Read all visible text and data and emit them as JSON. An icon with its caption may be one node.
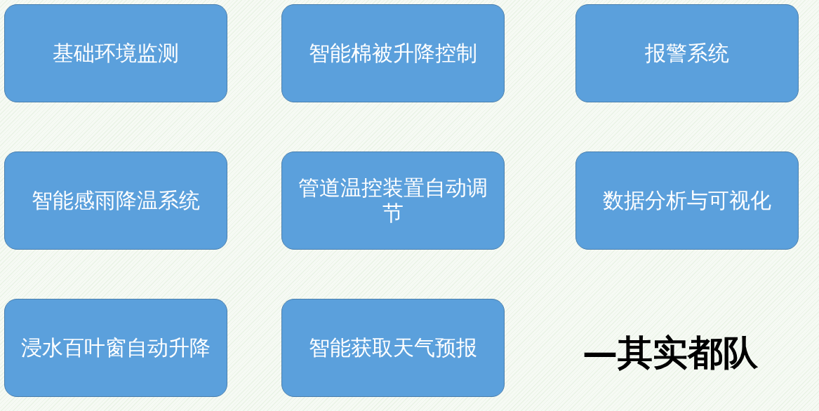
{
  "diagram": {
    "nodes": [
      {
        "text": [
          "基础环境监测"
        ]
      },
      {
        "text": [
          "智能棉被升降控制"
        ]
      },
      {
        "text": [
          "报警系统"
        ]
      },
      {
        "text": [
          "智能感雨降温系统"
        ]
      },
      {
        "text": [
          "管道温控装置自动调节"
        ]
      },
      {
        "text": [
          "数据分析与可视化"
        ]
      },
      {
        "text": [
          "浸水百叶窗自动升降"
        ]
      },
      {
        "text": [
          "智能获取天气预报"
        ]
      }
    ],
    "edges": [],
    "labels": [
      "—其实都队"
    ]
  }
}
